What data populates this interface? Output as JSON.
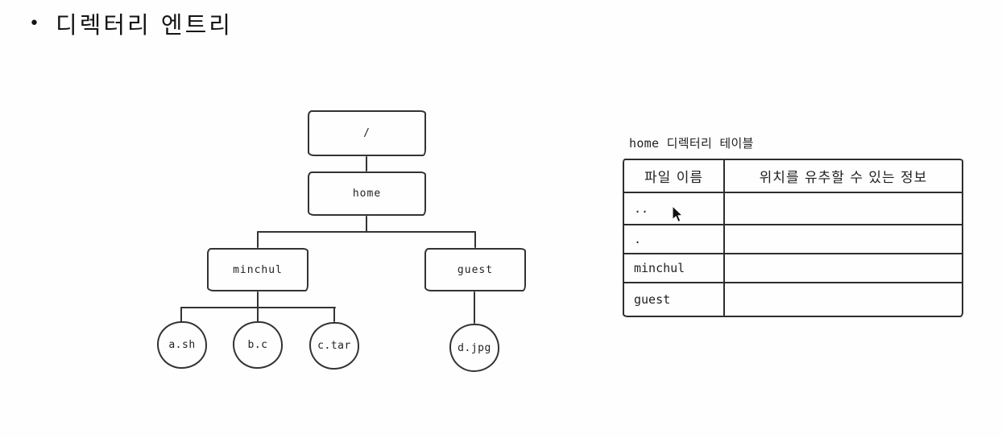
{
  "title": {
    "bullet": "•",
    "text": "디렉터리 엔트리"
  },
  "colors": {
    "stroke": "#333333",
    "text": "#1a1a1a",
    "background": "#fefefe"
  },
  "tree": {
    "root": "/",
    "home": "home",
    "dirs": [
      {
        "label": "minchul"
      },
      {
        "label": "guest"
      }
    ],
    "files": [
      {
        "label": "a.sh"
      },
      {
        "label": "b.c"
      },
      {
        "label": "c.tar"
      },
      {
        "label": "d.jpg"
      }
    ]
  },
  "table": {
    "caption": "home 디렉터리 테이블",
    "headers": [
      "파일 이름",
      "위치를 유추할 수 있는 정보"
    ],
    "rows": [
      {
        "name": "..",
        "info": ""
      },
      {
        "name": ".",
        "info": ""
      },
      {
        "name": "minchul",
        "info": ""
      },
      {
        "name": "guest",
        "info": ""
      }
    ]
  },
  "cursor": {
    "icon": "arrow-pointer"
  }
}
